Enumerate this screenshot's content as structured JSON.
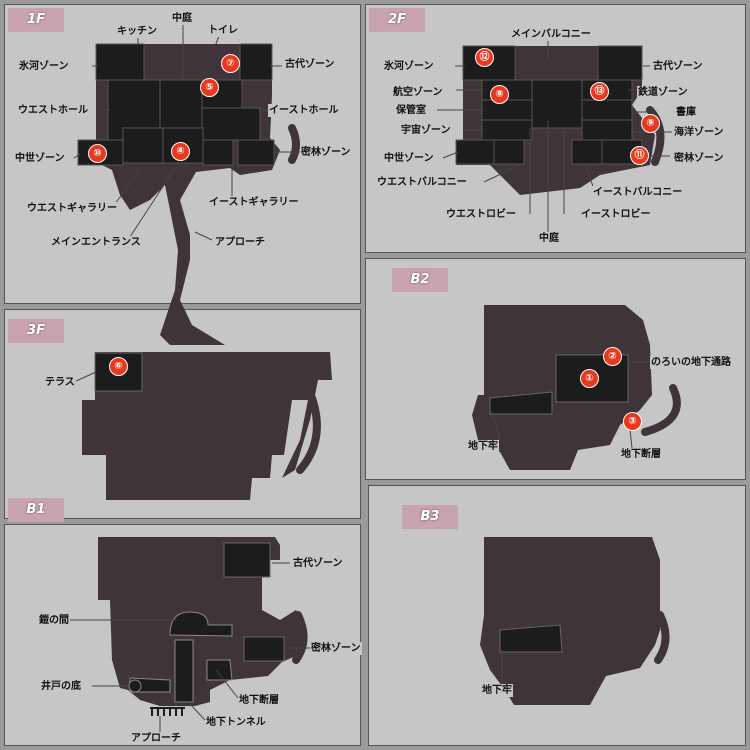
{
  "floors": {
    "f1": "1F",
    "f2": "2F",
    "f3": "3F",
    "b1": "B1",
    "b2": "B2",
    "b3": "B3"
  },
  "labels": {
    "f1": {
      "kitchen": "キッチン",
      "courtyard": "中庭",
      "toilet": "トイレ",
      "glacier": "氷河ゾーン",
      "ancient": "古代ゾーン",
      "west_hall": "ウエストホール",
      "east_hall": "イーストホール",
      "medieval": "中世ゾーン",
      "jungle": "密林ゾーン",
      "west_gallery": "ウエストギャラリー",
      "east_gallery": "イーストギャラリー",
      "main_entrance": "メインエントランス",
      "approach": "アプローチ"
    },
    "f2": {
      "main_balcony": "メインバルコニー",
      "glacier": "氷河ゾーン",
      "ancient": "古代ゾーン",
      "aviation": "航空ゾーン",
      "railway": "鉄道ゾーン",
      "storage": "保管室",
      "library": "書庫",
      "space": "宇宙ゾーン",
      "ocean": "海洋ゾーン",
      "medieval": "中世ゾーン",
      "jungle": "密林ゾーン",
      "west_balcony": "ウエストバルコニー",
      "east_balcony": "イーストバルコニー",
      "west_lobby": "ウエストロビー",
      "east_lobby": "イーストロビー",
      "courtyard": "中庭"
    },
    "f3": {
      "terrace": "テラス"
    },
    "b1": {
      "ancient": "古代ゾーン",
      "armor_room": "鎧の間",
      "jungle": "密林ゾーン",
      "well_bottom": "井戸の底",
      "underground_cliff": "地下断層",
      "underground_tunnel": "地下トンネル",
      "approach": "アプローチ"
    },
    "b2": {
      "cursed_passage": "のろいの地下通路",
      "dungeon": "地下牢",
      "underground_cliff": "地下断層"
    },
    "b3": {
      "dungeon": "地下牢"
    }
  },
  "markers": {
    "m1": "①",
    "m2": "②",
    "m3": "③",
    "m4": "④",
    "m5": "⑤",
    "m6": "⑥",
    "m7": "⑦",
    "m8": "⑧",
    "m9": "⑨",
    "m10": "⑩",
    "m11": "⑪",
    "m12": "⑫",
    "m13": "⑬"
  },
  "colors": {
    "panel_bg": "#c6c6c6",
    "outer_bg": "#9a9a9a",
    "silhouette": "#3f3439",
    "room": "#1c1c1c",
    "tab": "#c9a3b0",
    "marker": "#e8391e",
    "leader": "#444444"
  }
}
